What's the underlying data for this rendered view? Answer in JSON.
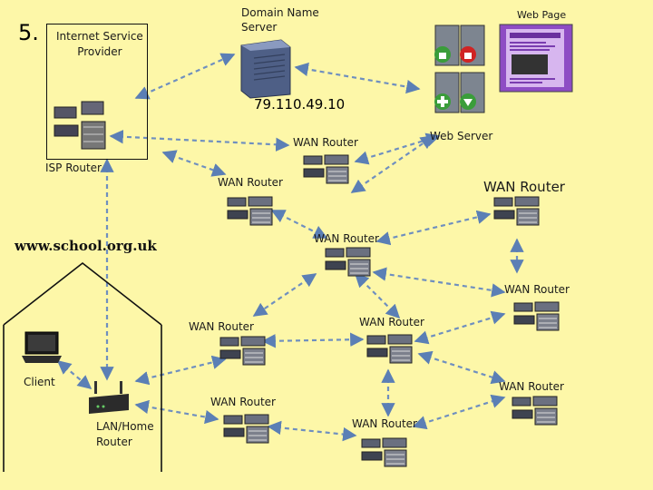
{
  "slide_number": "5.",
  "isp": {
    "title": "Internet Service\nProvider",
    "router_label": "ISP Router"
  },
  "dns": {
    "label": "Domain Name\nServer",
    "ip": "79.110.49.10"
  },
  "web": {
    "page_label": "Web Page",
    "server_label": "Web Server"
  },
  "school_url": "www.school.org.uk",
  "client_label": "Client",
  "lan_router_label": "LAN/Home\nRouter",
  "wan_routers": [
    "WAN Router",
    "WAN Router",
    "WAN Router",
    "WAN Router",
    "WAN Router",
    "WAN Router",
    "WAN Router",
    "WAN Router",
    "WAN Router",
    "WAN Router"
  ],
  "colors": {
    "background": "#fdf7a8",
    "link": "#6f8fbf",
    "line": "#111111"
  }
}
